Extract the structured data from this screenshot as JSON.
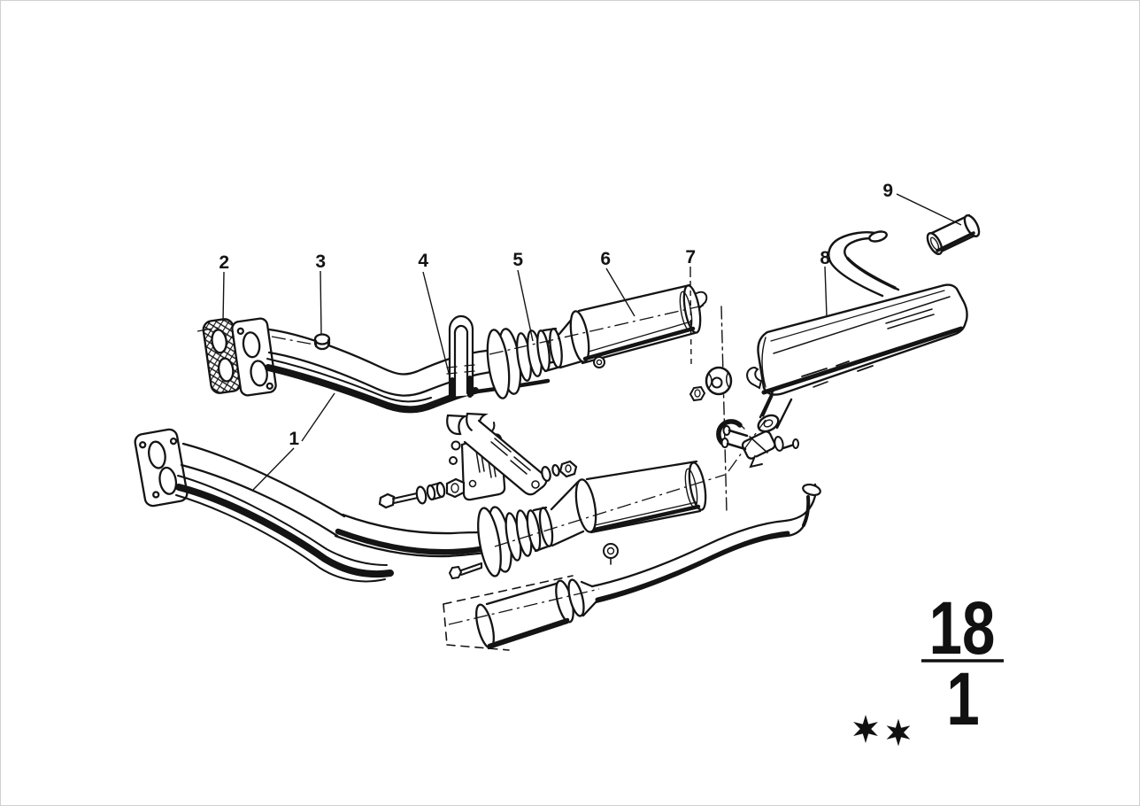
{
  "diagram": {
    "kind": "exploded-parts-diagram",
    "subject": "exhaust-system",
    "callouts": [
      {
        "id": 1,
        "label": "1"
      },
      {
        "id": 2,
        "label": "2"
      },
      {
        "id": 3,
        "label": "3"
      },
      {
        "id": 4,
        "label": "4"
      },
      {
        "id": 5,
        "label": "5"
      },
      {
        "id": 6,
        "label": "6"
      },
      {
        "id": 7,
        "label": "7"
      },
      {
        "id": 8,
        "label": "8"
      },
      {
        "id": 9,
        "label": "9"
      }
    ]
  },
  "footer": {
    "section_number": "18",
    "page_number": "1",
    "stars": [
      "six-pointed-star",
      "six-pointed-star"
    ]
  },
  "colors": {
    "ink": "#141414",
    "paper": "#ffffff"
  }
}
